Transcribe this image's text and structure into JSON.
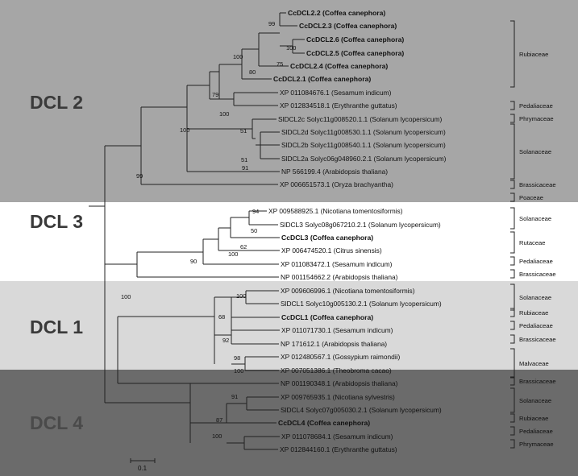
{
  "groups": [
    {
      "label": "DCL 2"
    },
    {
      "label": "DCL 3"
    },
    {
      "label": "DCL 1"
    },
    {
      "label": "DCL 4"
    }
  ],
  "taxa": [
    {
      "label": "CcDCL2.2 (Coffea canephora)",
      "bold": true
    },
    {
      "label": "CcDCL2.3 (Coffea canephora)",
      "bold": true
    },
    {
      "label": "CcDCL2.6 (Coffea canephora)",
      "bold": true
    },
    {
      "label": "CcDCL2.5 (Coffea canephora)",
      "bold": true
    },
    {
      "label": "CcDCL2.4 (Coffea canephora)",
      "bold": true
    },
    {
      "label": "CcDCL2.1 (Coffea canephora)",
      "bold": true
    },
    {
      "label": "XP 011084676.1 (Sesamum indicum)"
    },
    {
      "label": "XP 012834518.1 (Erythranthe guttatus)"
    },
    {
      "label": "SlDCL2c Solyc11g008520.1.1 (Solanum lycopersicum)"
    },
    {
      "label": "SlDCL2d Solyc11g008530.1.1 (Solanum lycopersicum)"
    },
    {
      "label": "SlDCL2b Solyc11g008540.1.1 (Solanum lycopersicum)"
    },
    {
      "label": "SlDCL2a Solyc06g048960.2.1 (Solanum lycopersicum)"
    },
    {
      "label": "NP 566199.4 (Arabidopsis thaliana)"
    },
    {
      "label": "XP 006651573.1 (Oryza brachyantha)"
    },
    {
      "label": "XP 009588925.1 (Nicotiana tomentosiformis)"
    },
    {
      "label": "SlDCL3 Solyc08g067210.2.1 (Solanum lycopersicum)"
    },
    {
      "label": "CcDCL3 (Coffea canephora)",
      "bold": true
    },
    {
      "label": "XP 006474520.1 (Citrus sinensis)"
    },
    {
      "label": "XP 011083472.1 (Sesamum indicum)"
    },
    {
      "label": "NP 001154662.2 (Arabidopsis thaliana)"
    },
    {
      "label": "XP 009606996.1 (Nicotiana tomentosiformis)"
    },
    {
      "label": "SlDCL1 Solyc10g005130.2.1 (Solanum lycopersicum)"
    },
    {
      "label": "CcDCL1 (Coffea canephora)",
      "bold": true
    },
    {
      "label": "XP 011071730.1 (Sesamum indicum)"
    },
    {
      "label": "NP 171612.1 (Arabidopsis thaliana)"
    },
    {
      "label": "XP 012480567.1 (Gossypium raimondii)"
    },
    {
      "label": "XP 007051386.1 (Theobroma cacao)"
    },
    {
      "label": "NP 001190348.1 (Arabidopsis thaliana)"
    },
    {
      "label": "XP 009765935.1 (Nicotiana sylvestris)"
    },
    {
      "label": "SlDCL4 Solyc07g005030.2.1 (Solanum lycopersicum)"
    },
    {
      "label": "CcDCL4 (Coffea canephora)",
      "bold": true
    },
    {
      "label": "XP 011078684.1 (Sesamum indicum)"
    },
    {
      "label": "XP 012844160.1 (Erythranthe guttatus)"
    }
  ],
  "support_values": [
    "99",
    "100",
    "75",
    "80",
    "100",
    "79",
    "100",
    "51",
    "51",
    "91",
    "100",
    "99",
    "94",
    "50",
    "62",
    "100",
    "90",
    "100",
    "100",
    "68",
    "92",
    "98",
    "100",
    "91",
    "87",
    "100"
  ],
  "families": [
    {
      "label": "Rubiaceae"
    },
    {
      "label": "Pedaliaceae"
    },
    {
      "label": "Phrymaceae"
    },
    {
      "label": "Solanaceae"
    },
    {
      "label": "Brassicaceae"
    },
    {
      "label": "Poaceae"
    },
    {
      "label": "Solanaceae"
    },
    {
      "label": "Rutaceae"
    },
    {
      "label": "Pedaliaceae"
    },
    {
      "label": "Brassicaceae"
    },
    {
      "label": "Solanaceae"
    },
    {
      "label": "Rubiaceae"
    },
    {
      "label": "Pedaliaceae"
    },
    {
      "label": "Brassicaceae"
    },
    {
      "label": "Malvaceae"
    },
    {
      "label": "Brassicaceae"
    },
    {
      "label": "Solanaceae"
    },
    {
      "label": "Rubiaceae"
    },
    {
      "label": "Pedaliaceae"
    },
    {
      "label": "Phrymaceae"
    }
  ],
  "scale_bar": {
    "label": "0.1"
  }
}
